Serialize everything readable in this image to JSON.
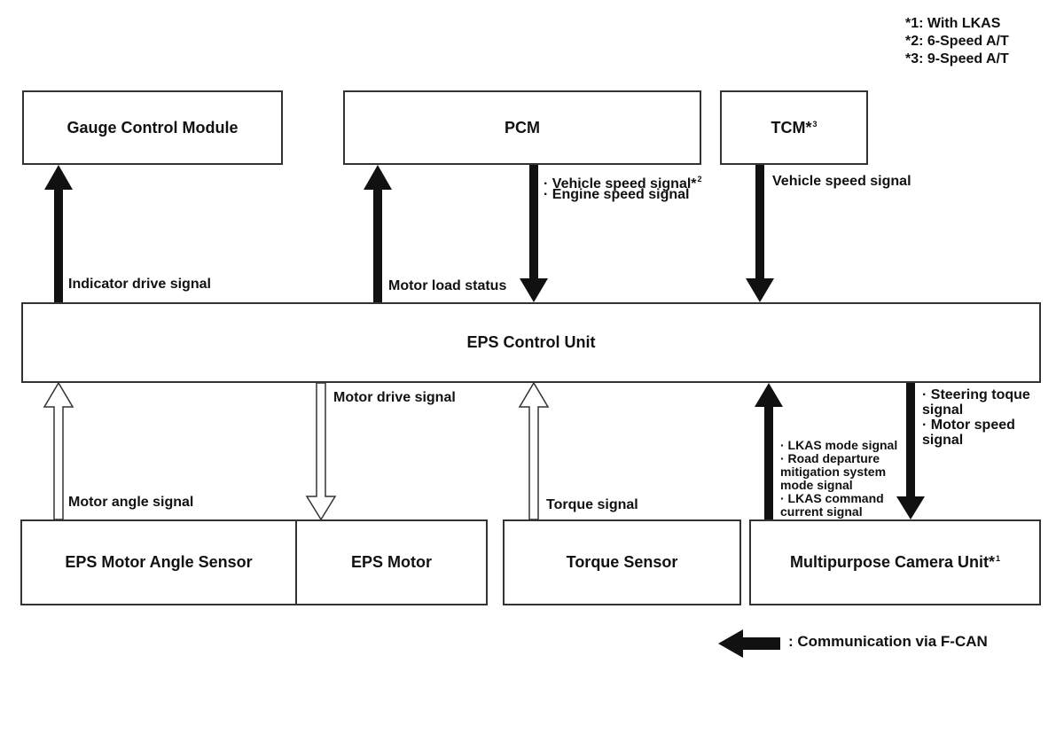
{
  "notes": [
    "*1: With LKAS",
    "*2: 6-Speed A/T",
    "*3: 9-Speed A/T"
  ],
  "boxes": {
    "gauge": "Gauge Control Module",
    "pcm": "PCM",
    "tcm": "TCM*",
    "tcm_sup": "3",
    "eps_unit": "EPS Control Unit",
    "motor_angle_sensor": "EPS Motor Angle Sensor",
    "eps_motor": "EPS Motor",
    "torque_sensor": "Torque Sensor",
    "camera": "Multipurpose Camera Unit*",
    "camera_sup": "1"
  },
  "signals": {
    "indicator_drive": "Indicator drive signal",
    "motor_load": "Motor load status",
    "vehicle_speed_pcm": "· Vehicle speed signal*",
    "vehicle_speed_pcm_sup": "2",
    "engine_speed": "· Engine speed signal",
    "vehicle_speed_tcm": "Vehicle speed signal",
    "motor_drive": "Motor drive signal",
    "motor_angle": "Motor angle signal",
    "torque": "Torque signal",
    "lkas_lines": [
      "· LKAS mode signal",
      "· Road departure",
      "mitigation system",
      "mode signal",
      "· LKAS command",
      "current signal"
    ],
    "steering_lines": [
      "· Steering toque",
      "signal",
      "· Motor speed",
      "signal"
    ]
  },
  "legend": {
    "fcan": ": Communication via F-CAN"
  }
}
